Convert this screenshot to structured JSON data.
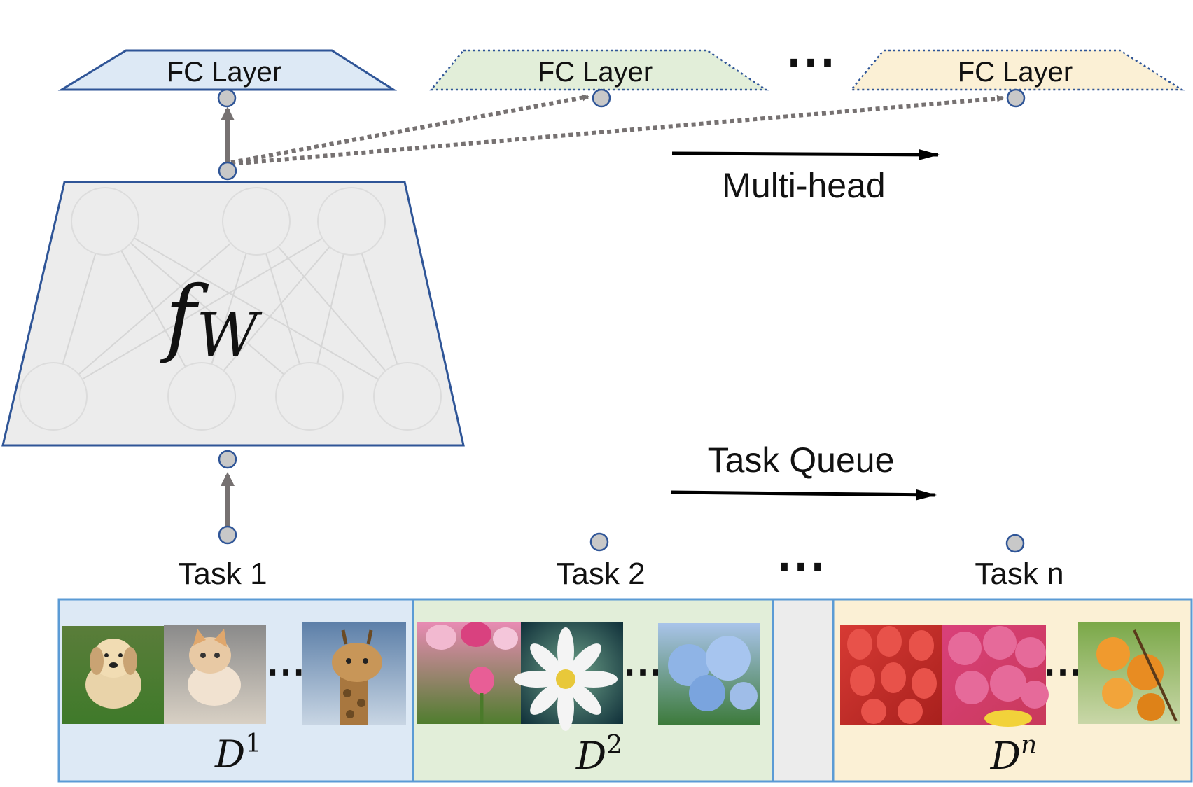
{
  "heads": [
    {
      "label": "FC Layer",
      "fill": "#dde9f5",
      "style": "solid"
    },
    {
      "label": "FC Layer",
      "fill": "#e2eed9",
      "style": "dotted"
    },
    {
      "label": "FC Layer",
      "fill": "#fbf0d5",
      "style": "dotted"
    }
  ],
  "heads_ellipsis": "⋯",
  "multihead_label": "Multi-head",
  "backbone": {
    "symbol": "f",
    "subscript": "W",
    "fill": "#ececec"
  },
  "task_queue_label": "Task Queue",
  "tasks": [
    {
      "label": "Task 1",
      "dataset": "D",
      "superscript": "1",
      "fill": "#dde9f5"
    },
    {
      "label": "Task 2",
      "dataset": "D",
      "superscript": "2",
      "fill": "#e2eed9"
    },
    {
      "label": "Task n",
      "dataset": "D",
      "superscript": "n",
      "fill": "#fbf0d5"
    }
  ],
  "tasks_ellipsis": "⋯",
  "image_ellipsis": "⋯",
  "images": {
    "task1": [
      "puppy-photo",
      "kitten-photo",
      "giraffe-photo"
    ],
    "task2": [
      "tulip-photo",
      "daisy-photo",
      "hydrangea-photo"
    ],
    "taskn": [
      "strawberry-photo",
      "lychee-photo",
      "apricot-photo"
    ]
  },
  "colors": {
    "border": "#2f5597",
    "arrow": "#767171",
    "node": "#c8c8c8",
    "queue_border": "#5b9bd5"
  }
}
